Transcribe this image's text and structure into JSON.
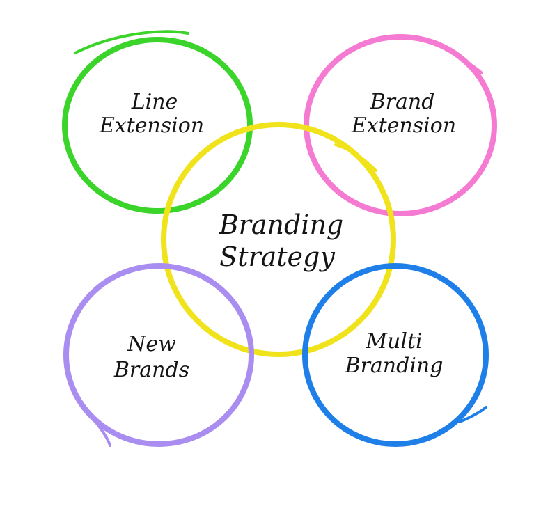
{
  "diagram": {
    "center": {
      "label_line1": "Branding",
      "label_line2": "Strategy",
      "color": "#f0e31c"
    },
    "circles": [
      {
        "id": "line-extension",
        "label_line1": "Line",
        "label_line2": "Extension",
        "color": "#3ad42a"
      },
      {
        "id": "brand-extension",
        "label_line1": "Brand",
        "label_line2": "Extension",
        "color": "#f57bd2"
      },
      {
        "id": "new-brands",
        "label_line1": "New",
        "label_line2": "Brands",
        "color": "#a98df0"
      },
      {
        "id": "multi-branding",
        "label_line1": "Multi",
        "label_line2": "Branding",
        "color": "#1f7fe8"
      }
    ]
  }
}
